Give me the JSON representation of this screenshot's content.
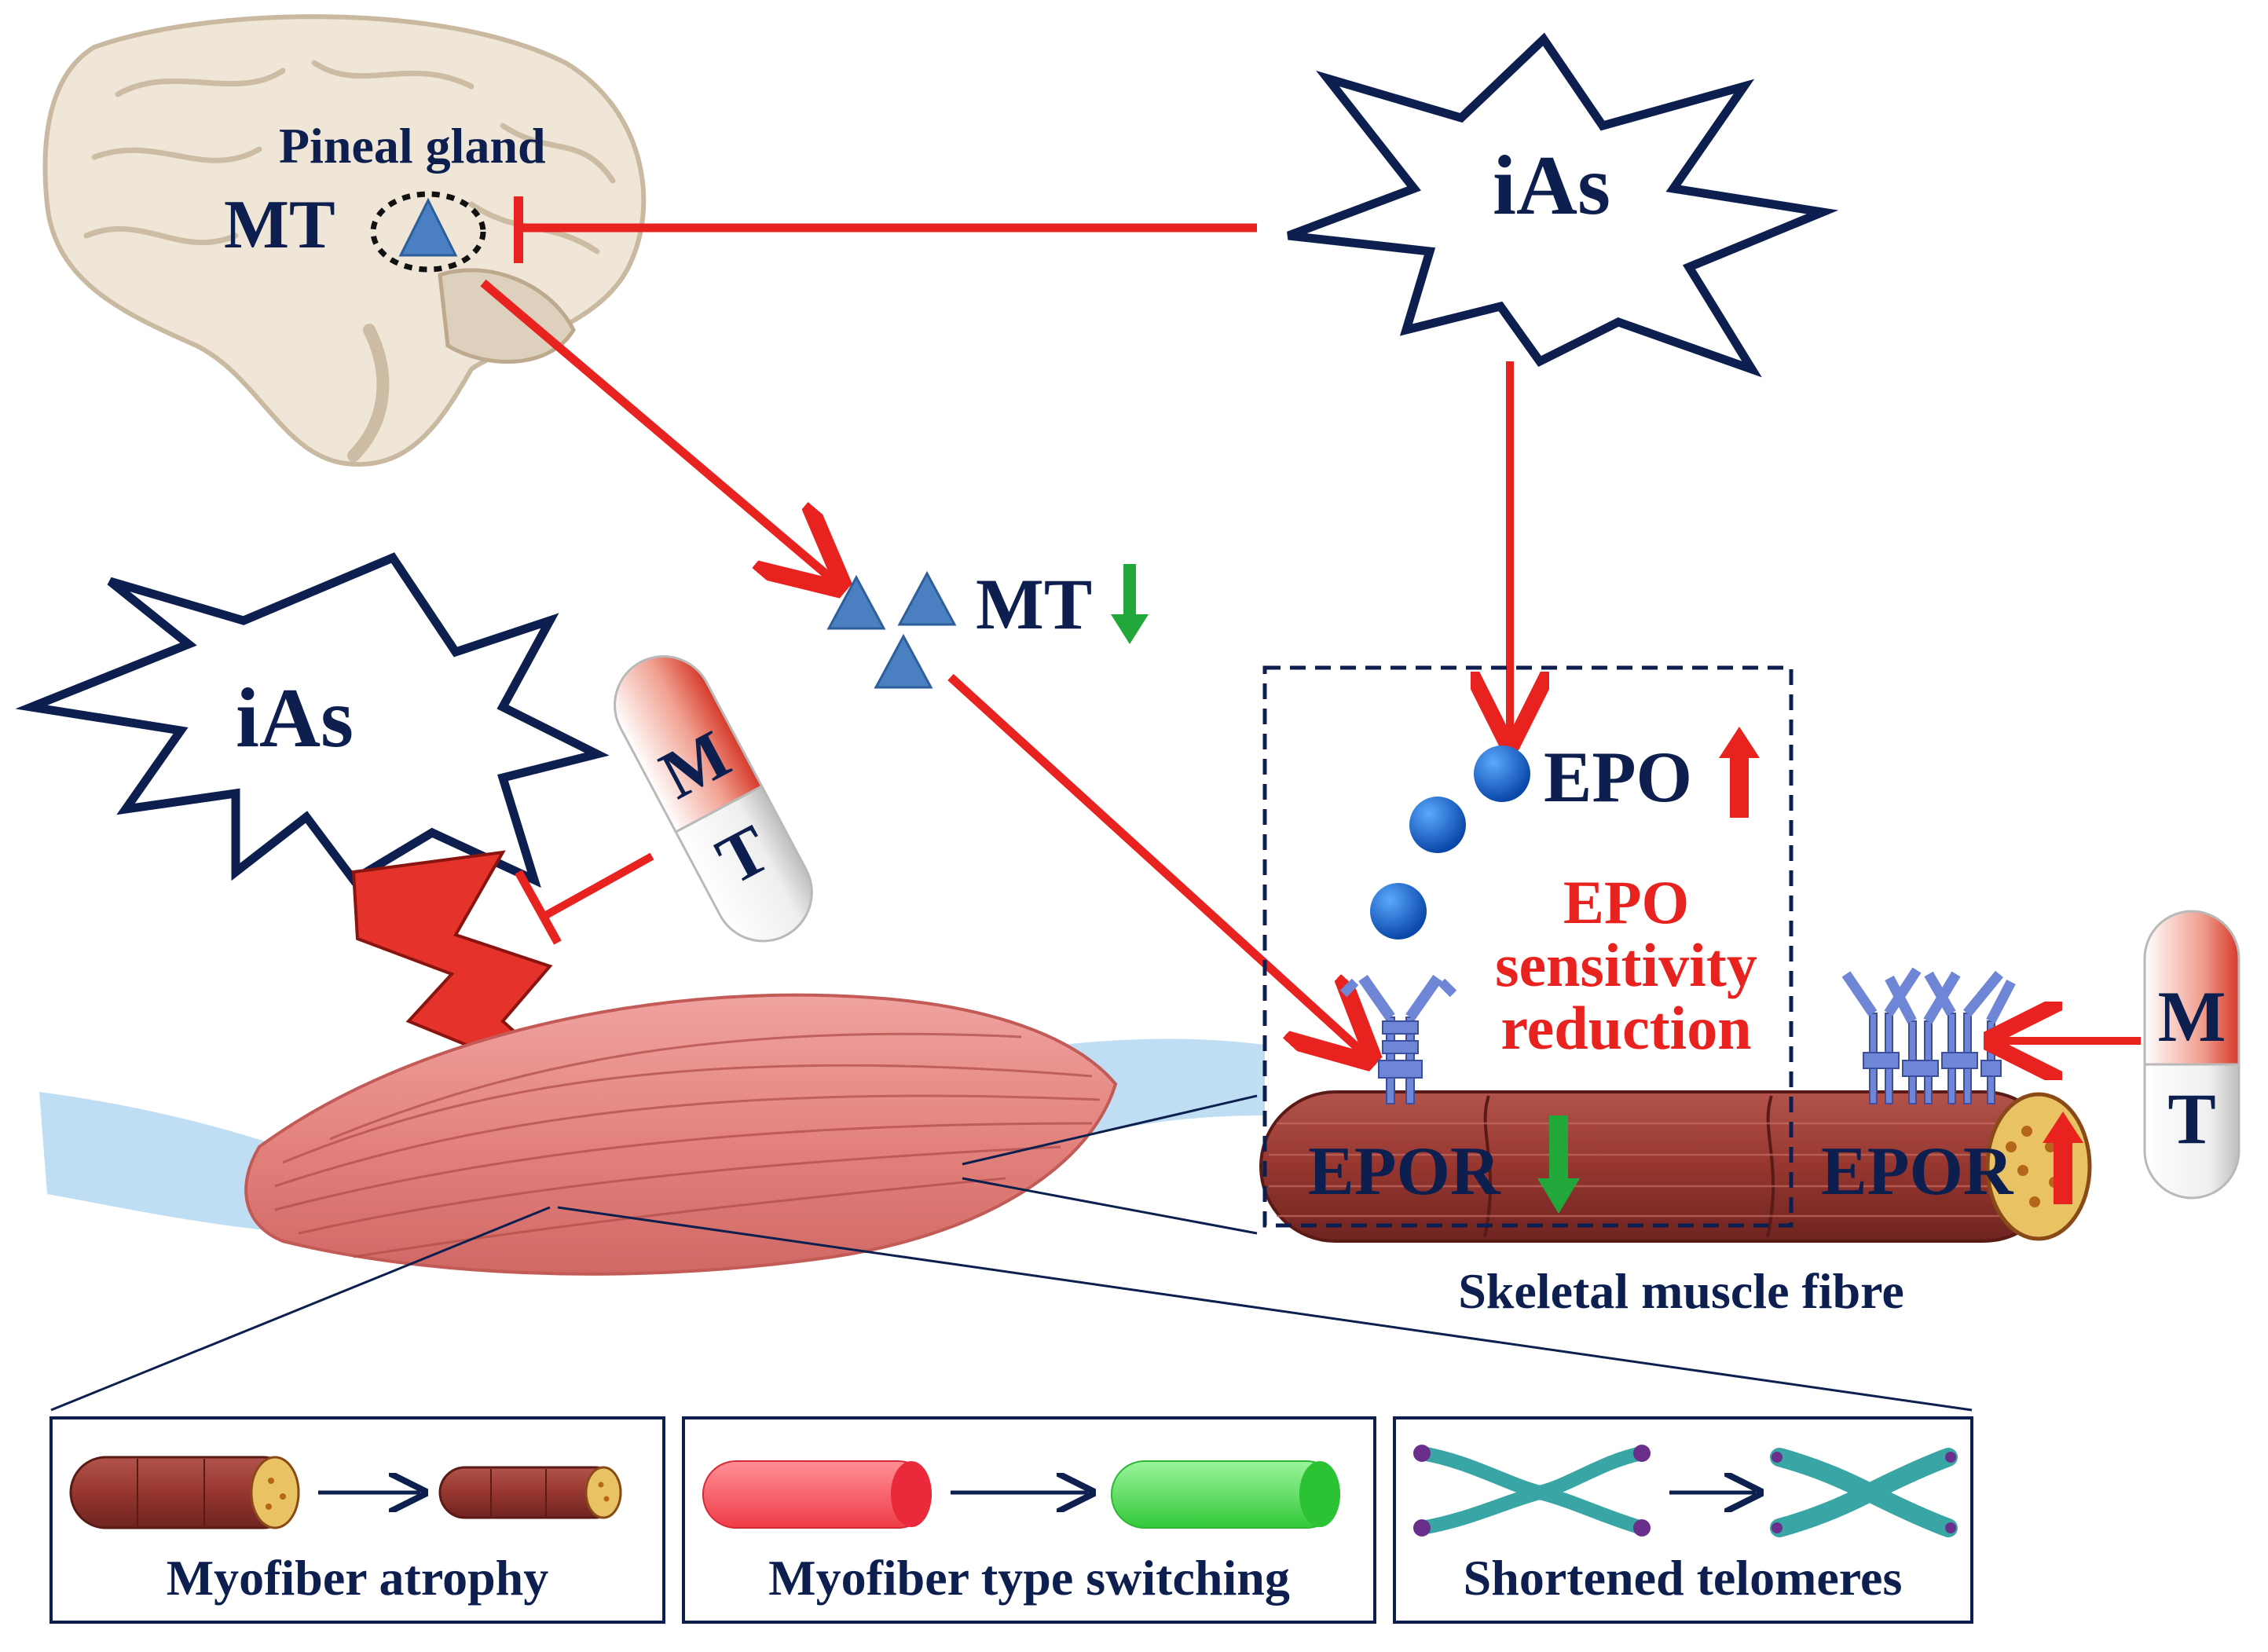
{
  "labels": {
    "pineal_gland": "Pineal gland",
    "mt_brain": "MT",
    "ias_top": "iAs",
    "ias_left": "iAs",
    "mt_level": "MT",
    "epo": "EPO",
    "epo_sensitivity_line1": "EPO",
    "epo_sensitivity_line2": "sensitivity",
    "epo_sensitivity_line3": "reduction",
    "epor_left": "EPOR",
    "epor_right": "EPOR",
    "skeletal_fibre": "Skeletal muscle fibre",
    "pill_left_top": "M",
    "pill_left_bottom": "T",
    "pill_right_top": "M",
    "pill_right_bottom": "T"
  },
  "panels": [
    {
      "label": "Myofiber atrophy"
    },
    {
      "label": "Myofiber type switching"
    },
    {
      "label": "Shortened telomeres"
    }
  ],
  "colors": {
    "navy": "#0d1f4f",
    "red": "#e8231f",
    "green": "#22a83a",
    "triangle": "#4a7fc1",
    "muscle": "#e58a87",
    "fibre": "#9b3b34",
    "tendon": "#b9daf2"
  }
}
